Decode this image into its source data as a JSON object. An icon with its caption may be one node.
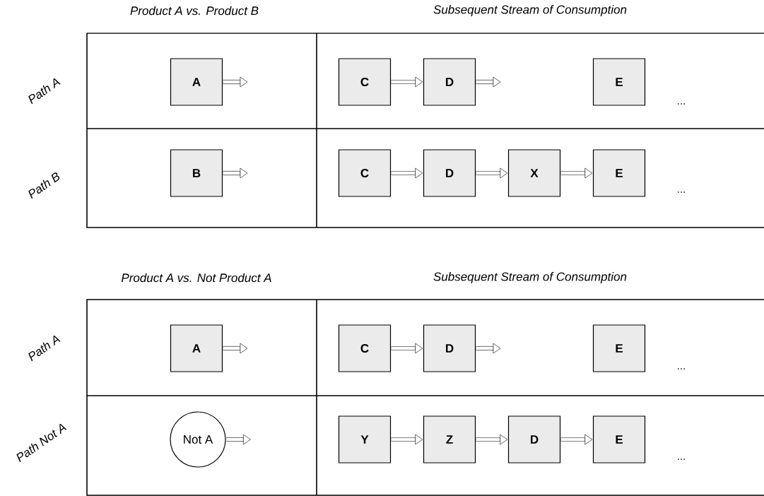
{
  "diagram": {
    "nodes": [
      {
        "text": [
          "A"
        ]
      },
      {
        "text": [
          "C"
        ]
      },
      {
        "text": [
          "D"
        ]
      },
      {
        "text": [
          "E"
        ]
      },
      {
        "text": [
          "B"
        ]
      },
      {
        "text": [
          "C"
        ]
      },
      {
        "text": [
          "D"
        ]
      },
      {
        "text": [
          "X"
        ]
      },
      {
        "text": [
          "E"
        ]
      },
      {
        "text": [
          "A"
        ]
      },
      {
        "text": [
          "C"
        ]
      },
      {
        "text": [
          "D"
        ]
      },
      {
        "text": [
          "E"
        ]
      },
      {
        "text": [
          "Not A"
        ]
      },
      {
        "text": [
          "Y"
        ]
      },
      {
        "text": [
          "Z"
        ]
      },
      {
        "text": [
          "D"
        ]
      },
      {
        "text": [
          "E"
        ]
      }
    ],
    "edges": [
      {
        "from": 0,
        "to": null,
        "arrow": "to"
      },
      {
        "from": 1,
        "to": 2,
        "arrow": "to"
      },
      {
        "from": 2,
        "to": null,
        "arrow": "to"
      },
      {
        "from": 4,
        "to": null,
        "arrow": "to"
      },
      {
        "from": 5,
        "to": 6,
        "arrow": "to"
      },
      {
        "from": 6,
        "to": 7,
        "arrow": "to"
      },
      {
        "from": 7,
        "to": 8,
        "arrow": "to"
      },
      {
        "from": 9,
        "to": null,
        "arrow": "to"
      },
      {
        "from": 10,
        "to": 11,
        "arrow": "to"
      },
      {
        "from": 11,
        "to": null,
        "arrow": "to"
      },
      {
        "from": 13,
        "to": null,
        "arrow": "to"
      },
      {
        "from": 14,
        "to": 15,
        "arrow": "to"
      },
      {
        "from": 15,
        "to": 16,
        "arrow": "to"
      },
      {
        "from": 16,
        "to": 17,
        "arrow": "to"
      }
    ],
    "labels": [
      "Product A vs. Product B",
      "Subsequent Stream of Consumption",
      "Path A",
      "...",
      "Path B",
      "...",
      "Product A vs. Not Product A",
      "Subsequent Stream of Consumption",
      "Path A",
      "...",
      "Path Not A",
      "..."
    ]
  }
}
